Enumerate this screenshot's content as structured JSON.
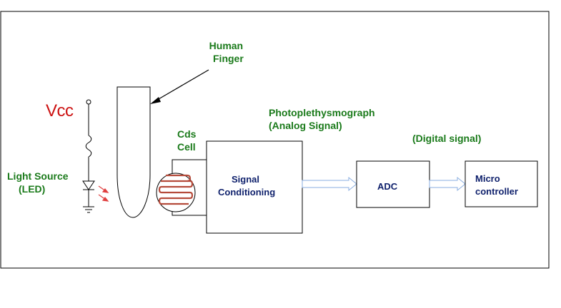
{
  "labels": {
    "human_finger": [
      "Human",
      "Finger"
    ],
    "vcc": "Vcc",
    "light_source": [
      "Light Source",
      "(LED)"
    ],
    "cds_cell": [
      "Cds",
      "Cell"
    ],
    "signal_conditioning": [
      "Signal",
      "Conditioning"
    ],
    "photoplethysmograph": [
      "Photoplethysmograph",
      "(Analog Signal)"
    ],
    "digital_signal": "(Digital signal)",
    "adc": "ADC",
    "microcontroller": [
      "Micro",
      "controller"
    ]
  },
  "colors": {
    "label_green": "#1a7a1a",
    "box_text_navy": "#0d1f6b",
    "vcc_red": "#cc1111",
    "sensor_trace": "#b54a3a",
    "arrow_blue": "#8aaee0",
    "led_rays": "#e04040"
  }
}
